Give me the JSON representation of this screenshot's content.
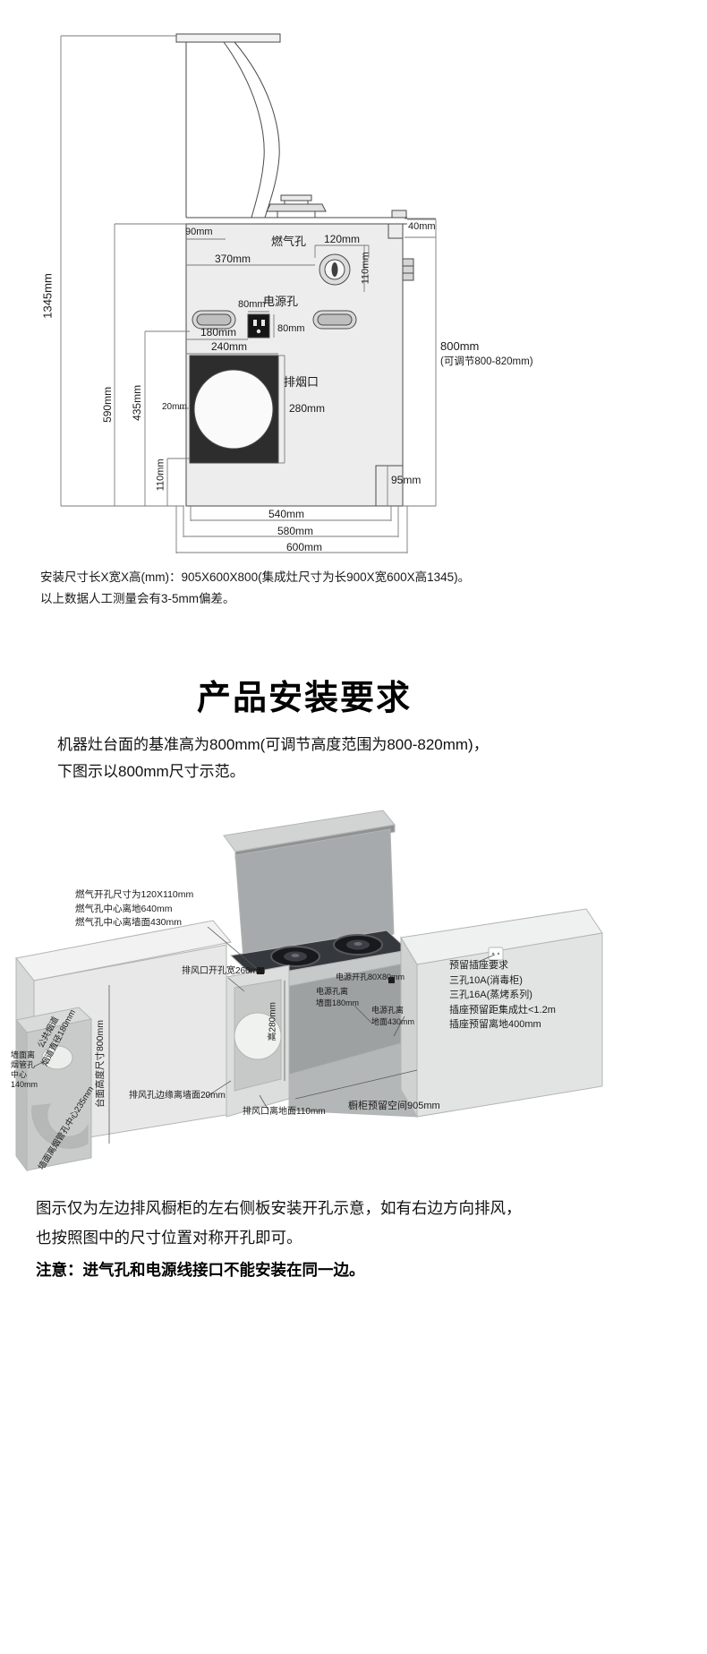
{
  "top_diagram": {
    "dim_1345": "1345mm",
    "dim_90": "90mm",
    "dim_40": "40mm",
    "gas_label": "燃气孔",
    "dim_120": "120mm",
    "dim_110_gas": "110mm",
    "dim_370": "370mm",
    "power_label": "电源孔",
    "dim_80_w": "80mm",
    "dim_80_h": "80mm",
    "dim_180": "180mm",
    "dim_240": "240mm",
    "exhaust_label": "排烟口",
    "dim_280": "280mm",
    "dim_20": "20mm",
    "dim_590": "590mm",
    "dim_435": "435mm",
    "dim_110_bottom": "110mm",
    "dim_95": "95mm",
    "dim_800": "800mm",
    "dim_800_note": "(可调节800-820mm)",
    "dim_540": "540mm",
    "dim_580": "580mm",
    "dim_600": "600mm",
    "caption1": "安装尺寸长X宽X高(mm)：905X600X800(集成灶尺寸为长900X宽600X高1345)。",
    "caption2": "以上数据人工测量会有3-5mm偏差。"
  },
  "section": {
    "title": "产品安装要求",
    "intro1": "机器灶台面的基准高为800mm(可调节高度范围为800-820mm)，",
    "intro2": "下图示以800mm尺寸示范。"
  },
  "iso_diagram": {
    "gas_notes": "燃气开孔尺寸为120X110mm\n燃气孔中心离地640mm\n燃气孔中心离墙面430mm",
    "vent_width": "排风口开孔宽260mm",
    "power_hole": "电源开孔80X80mm",
    "power_wall": "电源孔离\n墙面180mm",
    "power_floor": "电源孔离\n地面430mm",
    "socket_notes": "预留插座要求\n三孔10A(消毒柜)\n三孔16A(蒸烤系列)\n插座预留距集成灶<1.2m\n插座预留离地400mm",
    "duct_label": "公共烟道\n烟道直径180mm",
    "wall_center_140": "墙面离\n烟管孔\n中心\n140mm",
    "counter_height": "台面高度尺寸800mm",
    "height_280": "高280mm",
    "vent_edge": "排风孔边缘离墙面20mm",
    "vent_floor": "排风口离地面110mm",
    "cabinet_space": "橱柜预留空间905mm",
    "wall_center_235": "墙面离烟管孔中心235mm"
  },
  "footer": {
    "line1": "图示仅为左边排风橱柜的左右侧板安装开孔示意，如有右边方向排风，",
    "line2": "也按照图中的尺寸位置对称开孔即可。",
    "note": "注意：进气孔和电源线接口不能安装在同一边。"
  }
}
